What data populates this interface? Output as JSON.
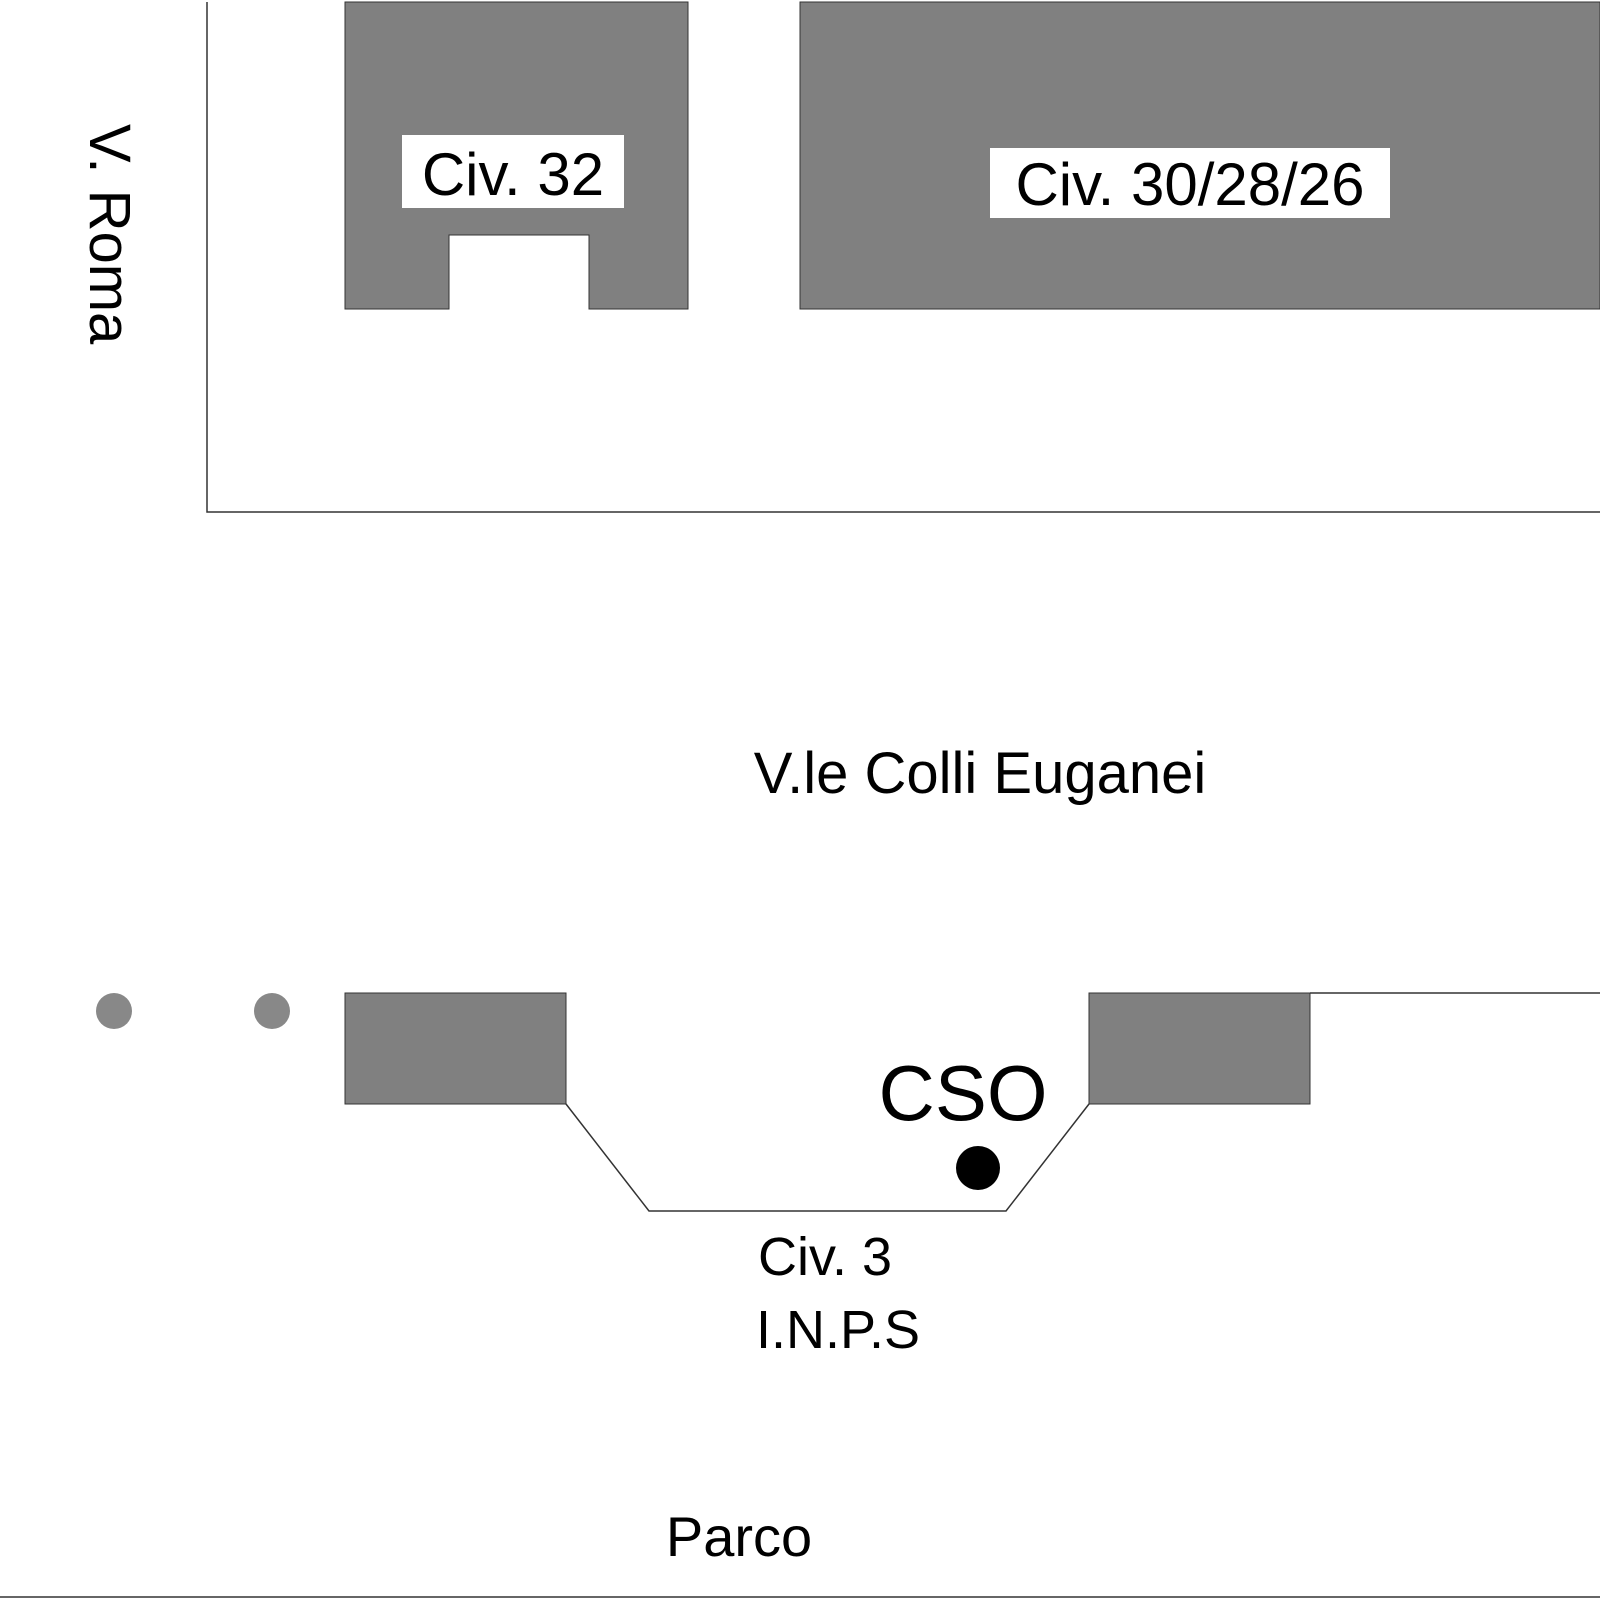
{
  "map": {
    "streets": {
      "roma": "V. Roma",
      "colli_euganei": "V.le Colli Euganei"
    },
    "buildings": {
      "civ32": "Civ. 32",
      "civ30": "Civ. 30/28/26",
      "civ3": "Civ. 3",
      "civ3_owner": "I.N.P.S"
    },
    "marker": {
      "label": "CSO",
      "icon": "filled-circle-icon"
    },
    "area": {
      "parco": "Parco"
    },
    "colors": {
      "building": "#808080",
      "outline": "#333333",
      "marker": "#000000",
      "bollard": "#888888"
    }
  }
}
